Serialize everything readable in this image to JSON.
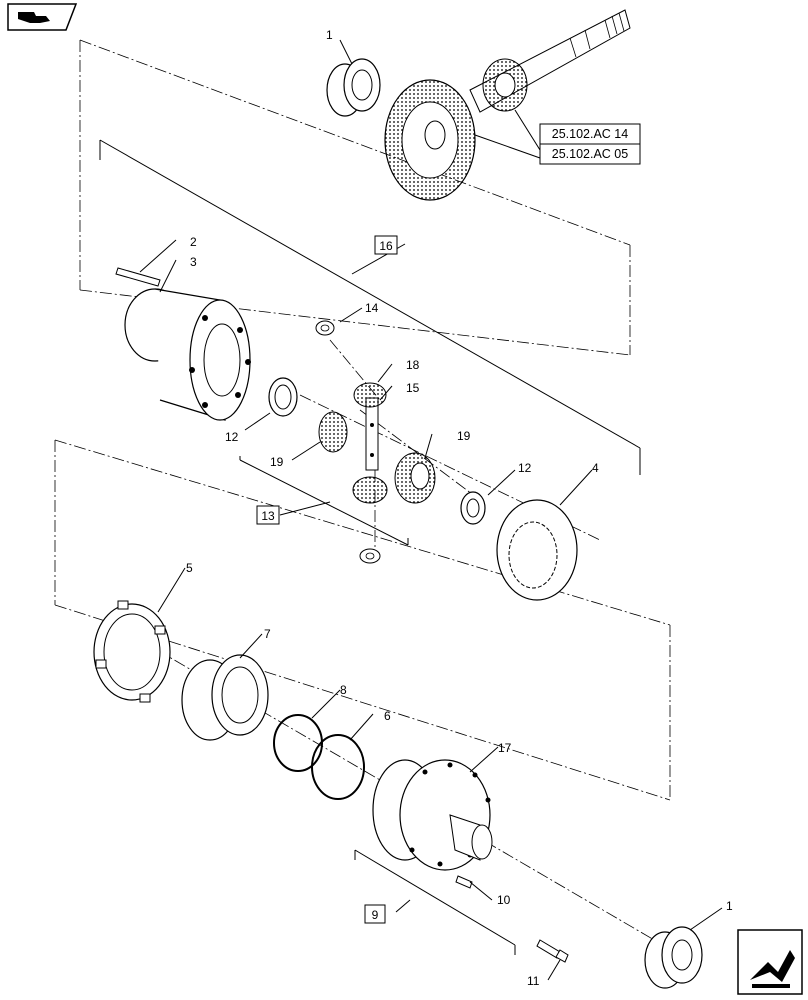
{
  "callouts": {
    "c1a": "1",
    "c1b": "1",
    "c2": "2",
    "c3": "3",
    "c4": "4",
    "c5": "5",
    "c6": "6",
    "c7": "7",
    "c8": "8",
    "c10": "10",
    "c11": "11",
    "c12a": "12",
    "c12b": "12",
    "c14": "14",
    "c15": "15",
    "c17": "17",
    "c18": "18",
    "c19a": "19",
    "c19b": "19"
  },
  "boxed_callouts": {
    "b16": "16",
    "b13": "13",
    "b9": "9"
  },
  "references": {
    "ref1": "25.102.AC 14",
    "ref2": "25.102.AC 05"
  },
  "icons": {
    "top_left": "previous-page-icon",
    "bottom_right": "next-page-icon"
  }
}
